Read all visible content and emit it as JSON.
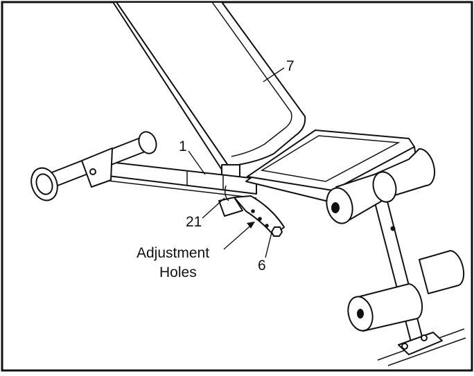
{
  "callouts": {
    "backrest": "7",
    "frame": "1",
    "pin": "21",
    "bracket": "6",
    "holes_line1": "Adjustment",
    "holes_line2": "Holes"
  }
}
